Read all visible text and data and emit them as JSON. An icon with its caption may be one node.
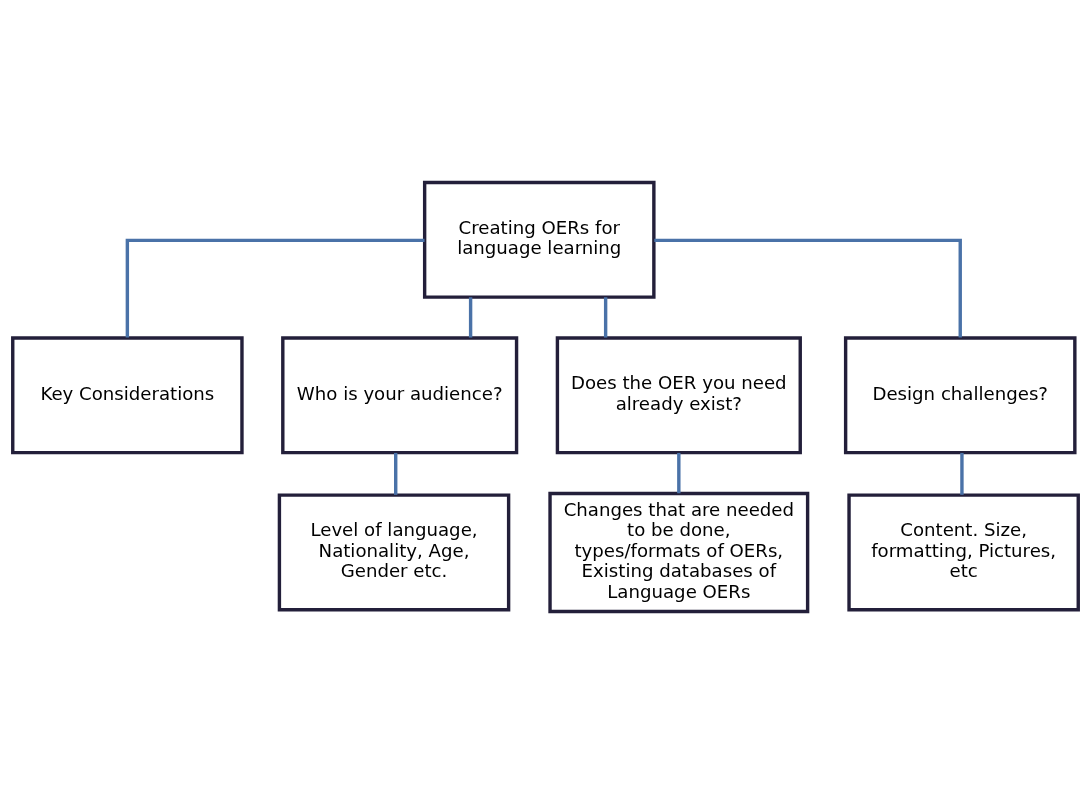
{
  "diagram": {
    "nodes": [
      {
        "text": [
          "Creating OERs for language learning"
        ]
      },
      {
        "text": [
          "Key Considerations"
        ]
      },
      {
        "text": [
          "Who is your audience?"
        ]
      },
      {
        "text": [
          "Does the OER you need already exist?"
        ]
      },
      {
        "text": [
          "Design challenges?"
        ]
      },
      {
        "text": [
          "Level of language, Nationality, Age, Gender etc."
        ]
      },
      {
        "text": [
          "Changes that are needed to be done, types/formats of OERs, Existing databases of Language OERs"
        ]
      },
      {
        "text": [
          "Content. Size, formatting, Pictures, etc"
        ]
      }
    ],
    "edges": [
      {
        "from": 0,
        "to": 1,
        "arrow": "none"
      },
      {
        "from": 0,
        "to": 2,
        "arrow": "none"
      },
      {
        "from": 0,
        "to": 3,
        "arrow": "none"
      },
      {
        "from": 0,
        "to": 4,
        "arrow": "none"
      },
      {
        "from": 2,
        "to": 5,
        "arrow": "none"
      },
      {
        "from": 3,
        "to": 6,
        "arrow": "none"
      },
      {
        "from": 4,
        "to": 7,
        "arrow": "none"
      }
    ]
  }
}
